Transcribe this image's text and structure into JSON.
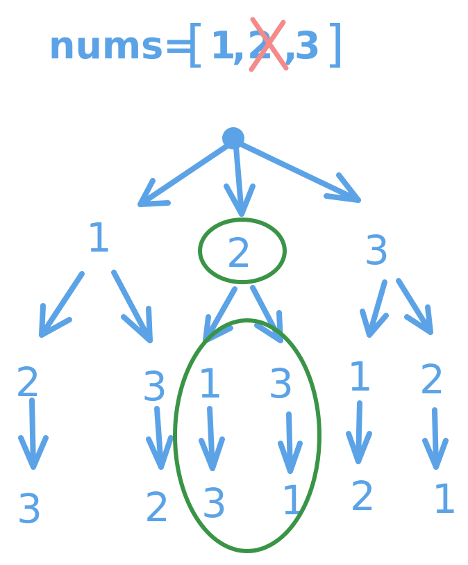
{
  "title": {
    "prefix": "nums=",
    "open_bracket": "[",
    "first": "1",
    "comma_1": ",",
    "removed": "2",
    "comma_2": ",",
    "last": "3",
    "close_bracket": "]"
  },
  "colors": {
    "ink": "#5ba3e6",
    "cross": "#f48a8a",
    "highlight": "#3a9446"
  },
  "tree": {
    "level1": [
      "1",
      "2",
      "3"
    ],
    "level2": [
      "2",
      "3",
      "1",
      "3",
      "1",
      "2"
    ],
    "level3": [
      "3",
      "2",
      "3",
      "1",
      "2",
      "1"
    ]
  }
}
